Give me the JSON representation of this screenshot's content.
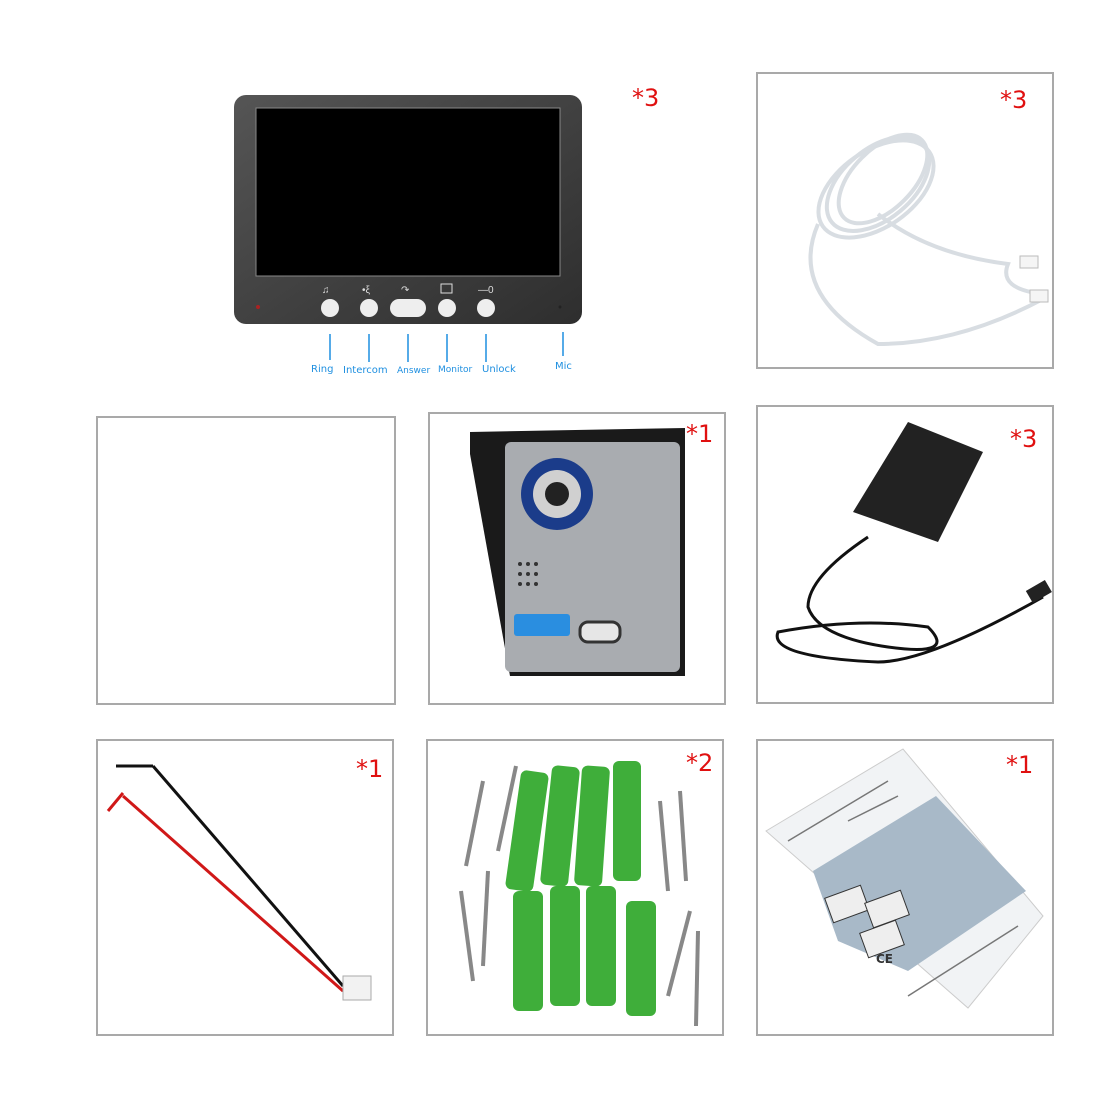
{
  "items": [
    {
      "name": "monitor",
      "quantity": "*3"
    },
    {
      "name": "cable",
      "quantity": "*3"
    },
    {
      "name": "empty",
      "quantity": ""
    },
    {
      "name": "door-camera",
      "quantity": "*1"
    },
    {
      "name": "power-adapter",
      "quantity": "*3"
    },
    {
      "name": "power-wire",
      "quantity": "*1"
    },
    {
      "name": "screws-and-anchors",
      "quantity": "*2"
    },
    {
      "name": "manual",
      "quantity": "*1"
    }
  ],
  "monitor_labels": [
    "Ring",
    "Intercom",
    "Answer",
    "Monitor",
    "Unlock",
    "Mic"
  ],
  "manual": {
    "ce_mark": "CE"
  },
  "colors": {
    "quantity": "#e01010",
    "label": "#1e8fe0",
    "border": "#a9a9a9"
  }
}
